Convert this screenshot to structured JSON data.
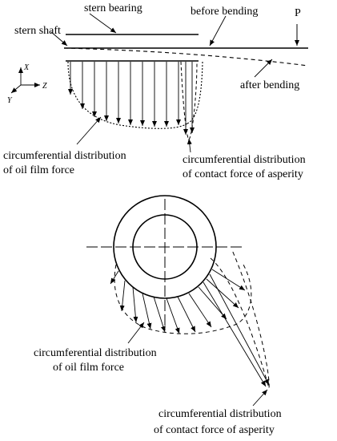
{
  "labels": {
    "stern_bearing": "stern bearing",
    "before_bending": "before bending",
    "load": "P",
    "stern_shaft": "stern shaft",
    "after_bending": "after bending",
    "oil_film_top_1": "circumferential distribution",
    "oil_film_top_2": "of oil film force",
    "asperity_top_1": "circumferential distribution",
    "asperity_top_2": "of contact force of asperity",
    "oil_film_bottom_1": "circumferential distribution",
    "oil_film_bottom_2": "of oil film force",
    "asperity_bottom_1": "circumferential distribution",
    "asperity_bottom_2": "of contact force of asperity"
  },
  "axes": {
    "x": "X",
    "y": "Y",
    "z": "Z"
  },
  "colors": {
    "ink": "#000000",
    "background": "#ffffff"
  }
}
